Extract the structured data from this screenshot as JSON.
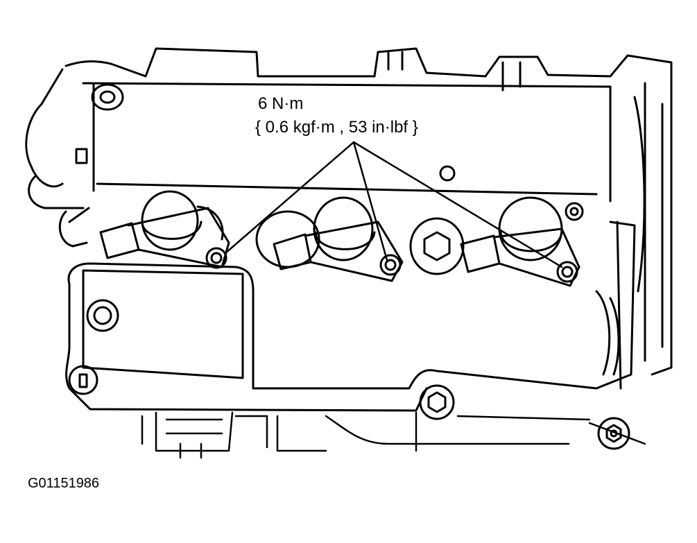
{
  "callout": {
    "torque_nm": "6 N·m",
    "torque_alt": "{ 0.6 kgf·m , 53 in·lbf }"
  },
  "figure": {
    "id": "G01151986"
  },
  "colors": {
    "ink": "#000000",
    "paper": "#ffffff"
  }
}
